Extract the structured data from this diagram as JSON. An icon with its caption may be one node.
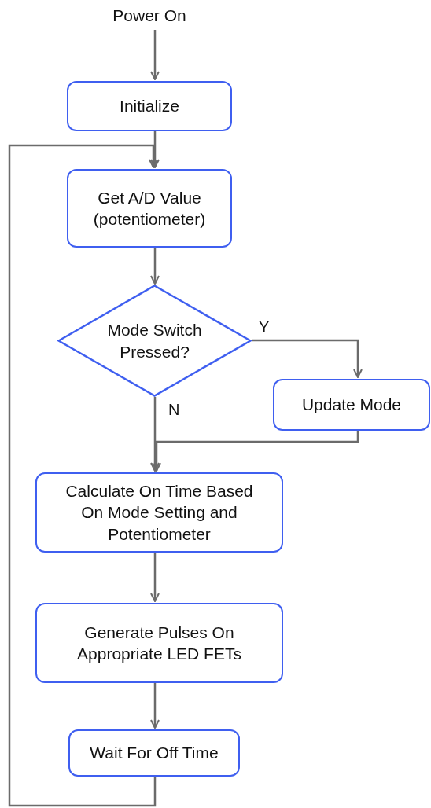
{
  "diagram": {
    "nodes": [
      {
        "text": [
          "Power On"
        ]
      },
      {
        "text": [
          "Initialize"
        ]
      },
      {
        "text": [
          "Get A/D Value (potentiometer)"
        ]
      },
      {
        "text": [
          "Mode Switch Pressed?"
        ]
      },
      {
        "text": [
          "Update Mode"
        ]
      },
      {
        "text": [
          "Calculate On Time Based On Mode Setting and Potentiometer"
        ]
      },
      {
        "text": [
          "Generate Pulses On Appropriate LED FETs"
        ]
      },
      {
        "text": [
          "Wait For Off Time"
        ]
      }
    ],
    "edges": [
      {
        "from": 0,
        "to": 1,
        "arrow": "to"
      },
      {
        "from": 1,
        "to": 2,
        "arrow": "to"
      },
      {
        "from": 2,
        "to": 3,
        "arrow": "to"
      },
      {
        "from": 3,
        "to": 4,
        "arrow": "to",
        "label": "Y"
      },
      {
        "from": 3,
        "to": 5,
        "arrow": "to",
        "label": "N"
      },
      {
        "from": 4,
        "to": 5,
        "arrow": "to"
      },
      {
        "from": 5,
        "to": 6,
        "arrow": "to"
      },
      {
        "from": 6,
        "to": 7,
        "arrow": "to"
      },
      {
        "from": 7,
        "to": 2,
        "arrow": "to"
      }
    ]
  }
}
